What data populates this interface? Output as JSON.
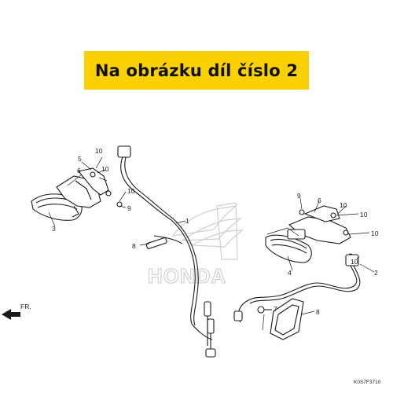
{
  "banner": {
    "text": "Na obrázku díl číslo 2"
  },
  "diagram": {
    "callouts": [
      "1",
      "2",
      "3",
      "4",
      "5",
      "6",
      "7",
      "8",
      "8",
      "9",
      "9",
      "10",
      "10",
      "10",
      "10",
      "10",
      "10",
      "10"
    ],
    "front_label": "FR.",
    "code": "K0S7F3710",
    "watermark": "HONDA"
  }
}
